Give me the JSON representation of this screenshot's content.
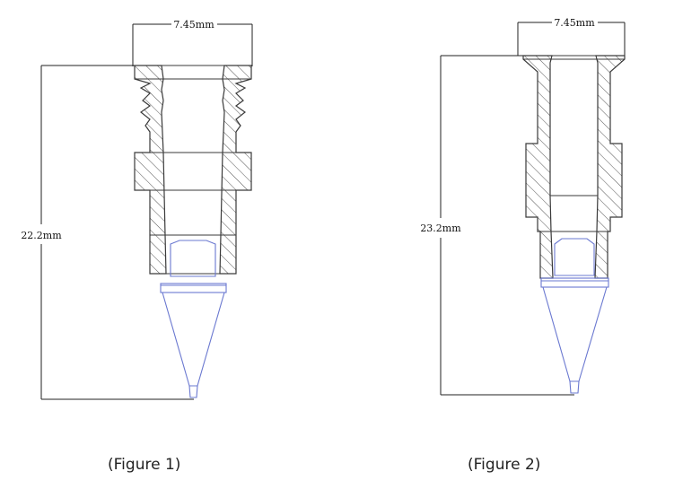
{
  "figures": [
    {
      "caption": "(Figure 1)",
      "width_dimension": "7.45mm",
      "height_dimension": "22.2mm"
    },
    {
      "caption": "(Figure 2)",
      "width_dimension": "7.45mm",
      "height_dimension": "23.2mm"
    }
  ],
  "colors": {
    "outline": "#3a3a3a",
    "hatch": "#555555",
    "tip": "#6a78d0",
    "dimension": "#222222"
  }
}
